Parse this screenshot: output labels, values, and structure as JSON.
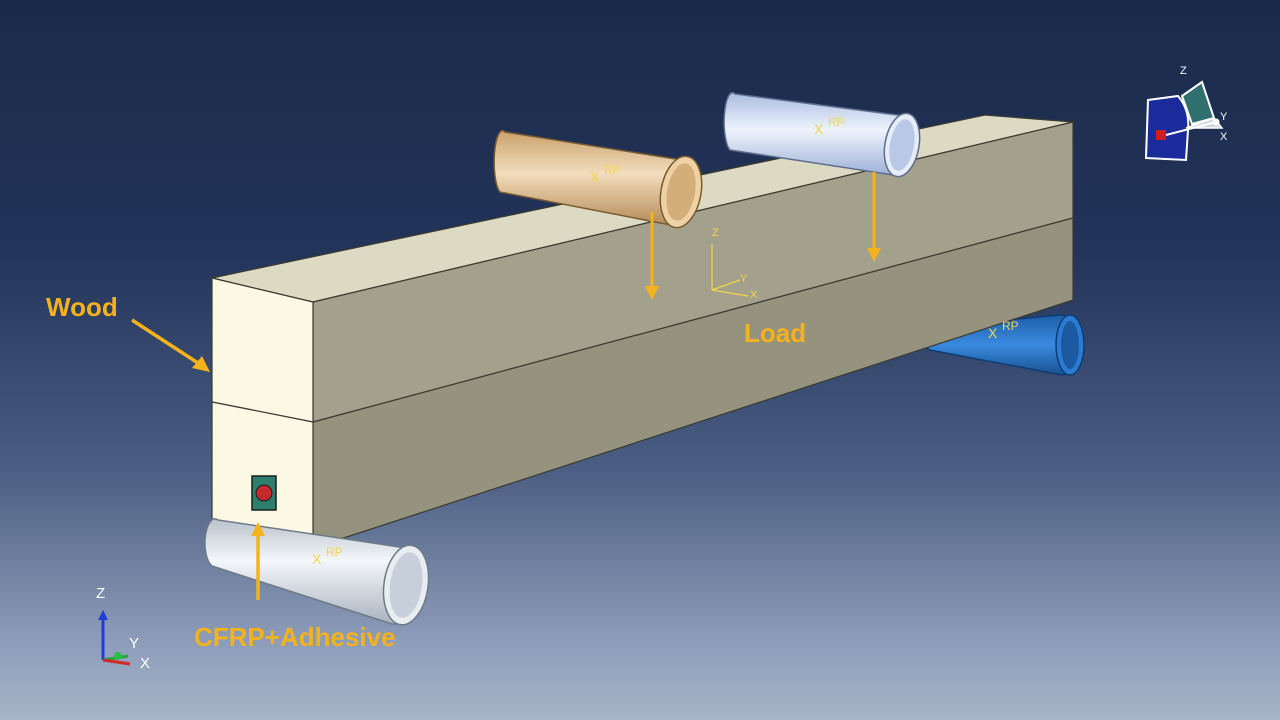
{
  "annotations": {
    "wood": "Wood",
    "load": "Load",
    "cfrp": "CFRP+Adhesive"
  },
  "reference_points": {
    "label": "RP",
    "marker": "X"
  },
  "axes": {
    "z": "Z",
    "y": "Y",
    "x": "X"
  },
  "colors": {
    "annotation": "#f5b21c",
    "beam_front": "#fbf8e4",
    "beam_side": "#9a9883",
    "beam_top": "#dcdac2",
    "roller_orange": "#e0c08f",
    "roller_lightblue": "#c5d4ee",
    "roller_blue": "#1f6fc0",
    "roller_white": "#d9dfe6",
    "cfrp_core": "#c42a2a",
    "cfrp_adhesive": "#2f7f6e"
  }
}
